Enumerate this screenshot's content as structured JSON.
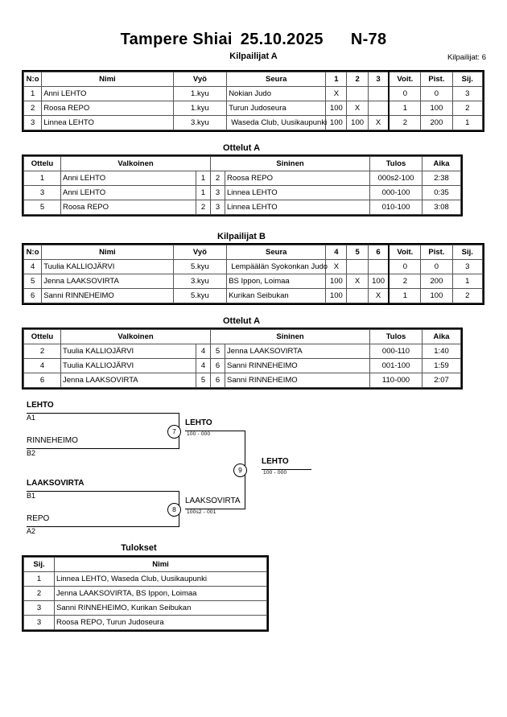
{
  "header": {
    "event": "Tampere Shiai",
    "date": "25.10.2025",
    "category": "N-78",
    "subtitle": "Kilpailijat A",
    "competitor_count_label": "Kilpailijat: 6"
  },
  "pool_a": {
    "caption": "Kilpailijat A",
    "columns": [
      "N:o",
      "Nimi",
      "Vyö",
      "Seura",
      "1",
      "2",
      "3",
      "Voit.",
      "Pist.",
      "Sij."
    ],
    "rows": [
      {
        "no": "1",
        "name": "Anni LEHTO",
        "belt": "1.kyu",
        "club": "Nokian Judo",
        "m1": "X",
        "m2": "",
        "m3": "",
        "wins": "0",
        "points": "0",
        "rank": "3"
      },
      {
        "no": "2",
        "name": "Roosa REPO",
        "belt": "1.kyu",
        "club": "Turun Judoseura",
        "m1": "100",
        "m2": "X",
        "m3": "",
        "wins": "1",
        "points": "100",
        "rank": "2"
      },
      {
        "no": "3",
        "name": "Linnea LEHTO",
        "belt": "3.kyu",
        "club": "Waseda Club, Uusikaupunki",
        "m1": "100",
        "m2": "100",
        "m3": "X",
        "wins": "2",
        "points": "200",
        "rank": "1"
      }
    ]
  },
  "matches_a": {
    "caption": "Ottelut A",
    "columns": [
      "Ottelu",
      "Valkoinen",
      "",
      "",
      "Sininen",
      "Tulos",
      "Aika"
    ],
    "rows": [
      {
        "no": "1",
        "white": "Anni LEHTO",
        "white_no": "1",
        "blue_no": "2",
        "blue": "Roosa REPO",
        "result": "000s2-100",
        "time": "2:38",
        "winner": "blue"
      },
      {
        "no": "3",
        "white": "Anni LEHTO",
        "white_no": "1",
        "blue_no": "3",
        "blue": "Linnea LEHTO",
        "result": "000-100",
        "time": "0:35",
        "winner": "blue"
      },
      {
        "no": "5",
        "white": "Roosa REPO",
        "white_no": "2",
        "blue_no": "3",
        "blue": "Linnea LEHTO",
        "result": "010-100",
        "time": "3:08",
        "winner": "blue"
      }
    ]
  },
  "pool_b": {
    "caption": "Kilpailijat B",
    "columns": [
      "N:o",
      "Nimi",
      "Vyö",
      "Seura",
      "4",
      "5",
      "6",
      "Voit.",
      "Pist.",
      "Sij."
    ],
    "rows": [
      {
        "no": "4",
        "name": "Tuulia KALLIOJÄRVI",
        "belt": "5.kyu",
        "club": "Lempäälän Syokonkan Judo",
        "m1": "X",
        "m2": "",
        "m3": "",
        "wins": "0",
        "points": "0",
        "rank": "3"
      },
      {
        "no": "5",
        "name": "Jenna LAAKSOVIRTA",
        "belt": "3.kyu",
        "club": "BS Ippon, Loimaa",
        "m1": "100",
        "m2": "X",
        "m3": "100",
        "wins": "2",
        "points": "200",
        "rank": "1"
      },
      {
        "no": "6",
        "name": "Sanni RINNEHEIMO",
        "belt": "5.kyu",
        "club": "Kurikan Seibukan",
        "m1": "100",
        "m2": "",
        "m3": "X",
        "wins": "1",
        "points": "100",
        "rank": "2"
      }
    ]
  },
  "matches_b": {
    "caption": "Ottelut A",
    "columns": [
      "Ottelu",
      "Valkoinen",
      "",
      "",
      "Sininen",
      "Tulos",
      "Aika"
    ],
    "rows": [
      {
        "no": "2",
        "white": "Tuulia KALLIOJÄRVI",
        "white_no": "4",
        "blue_no": "5",
        "blue": "Jenna LAAKSOVIRTA",
        "result": "000-110",
        "time": "1:40",
        "winner": "blue"
      },
      {
        "no": "4",
        "white": "Tuulia KALLIOJÄRVI",
        "white_no": "4",
        "blue_no": "6",
        "blue": "Sanni RINNEHEIMO",
        "result": "001-100",
        "time": "1:59",
        "winner": "blue"
      },
      {
        "no": "6",
        "white": "Jenna LAAKSOVIRTA",
        "white_no": "5",
        "blue_no": "6",
        "blue": "Sanni RINNEHEIMO",
        "result": "110-000",
        "time": "2:07",
        "winner": "white"
      }
    ]
  },
  "bracket": {
    "seeds": [
      {
        "name": "LEHTO",
        "code": "A1",
        "winner": true
      },
      {
        "name": "RINNEHEIMO",
        "code": "B2",
        "winner": false
      },
      {
        "name": "LAAKSOVIRTA",
        "code": "B1",
        "winner": true
      },
      {
        "name": "REPO",
        "code": "A2",
        "winner": false
      }
    ],
    "semis": [
      {
        "node": "7",
        "name": "LEHTO",
        "score": "100 - 000",
        "winner": true
      },
      {
        "node": "8",
        "name": "LAAKSOVIRTA",
        "score": "100s2 - 001",
        "winner": false
      }
    ],
    "final": {
      "node": "9",
      "name": "LEHTO",
      "score": "100 - 000",
      "winner": true
    }
  },
  "results": {
    "caption": "Tulokset",
    "columns": [
      "Sij.",
      "Nimi"
    ],
    "rows": [
      {
        "rank": "1",
        "name": "Linnea LEHTO, Waseda Club, Uusikaupunki"
      },
      {
        "rank": "2",
        "name": "Jenna LAAKSOVIRTA, BS Ippon, Loimaa"
      },
      {
        "rank": "3",
        "name": "Sanni RINNEHEIMO, Kurikan Seibukan"
      },
      {
        "rank": "3",
        "name": "Roosa REPO, Turun Judoseura"
      }
    ]
  }
}
